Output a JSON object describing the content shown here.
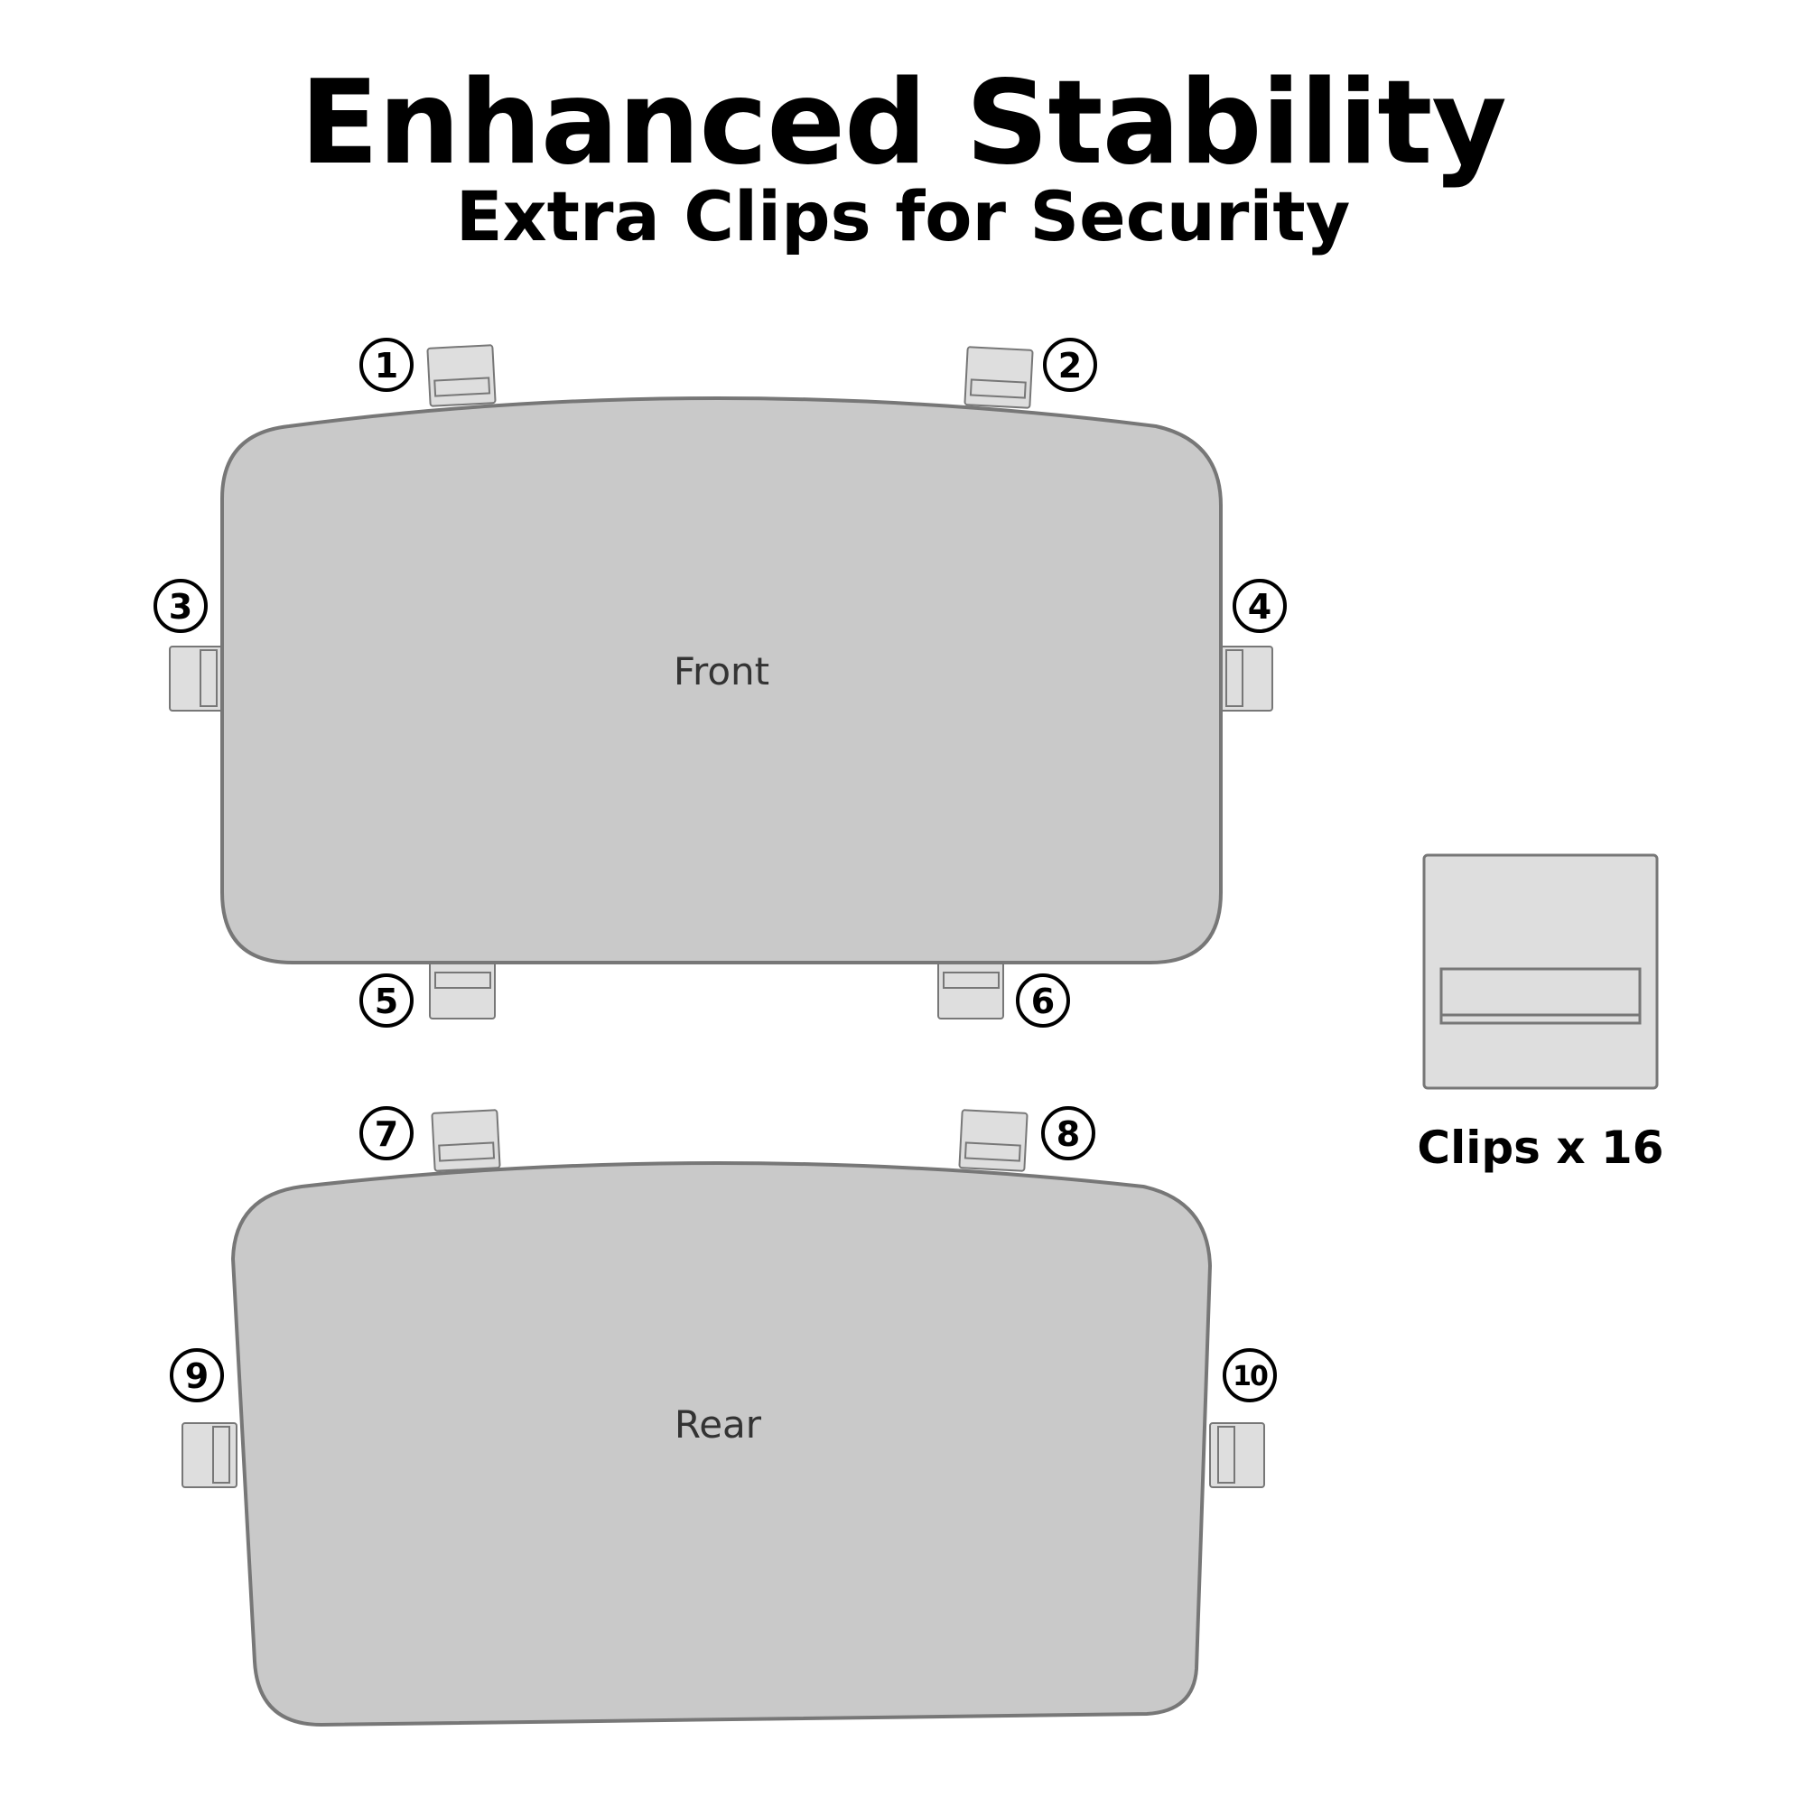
{
  "header": {
    "title": "Enhanced Stability",
    "subtitle": "Extra Clips for Security"
  },
  "panels": {
    "front_label": "Front",
    "rear_label": "Rear"
  },
  "clip_numbers": [
    "1",
    "2",
    "3",
    "4",
    "5",
    "6",
    "7",
    "8",
    "9",
    "10"
  ],
  "legend": {
    "label": "Clips x 16"
  },
  "colors": {
    "panel_fill": "#c9c9c9",
    "outline": "#777777",
    "clip_fill": "#dedede",
    "text": "#000000"
  }
}
